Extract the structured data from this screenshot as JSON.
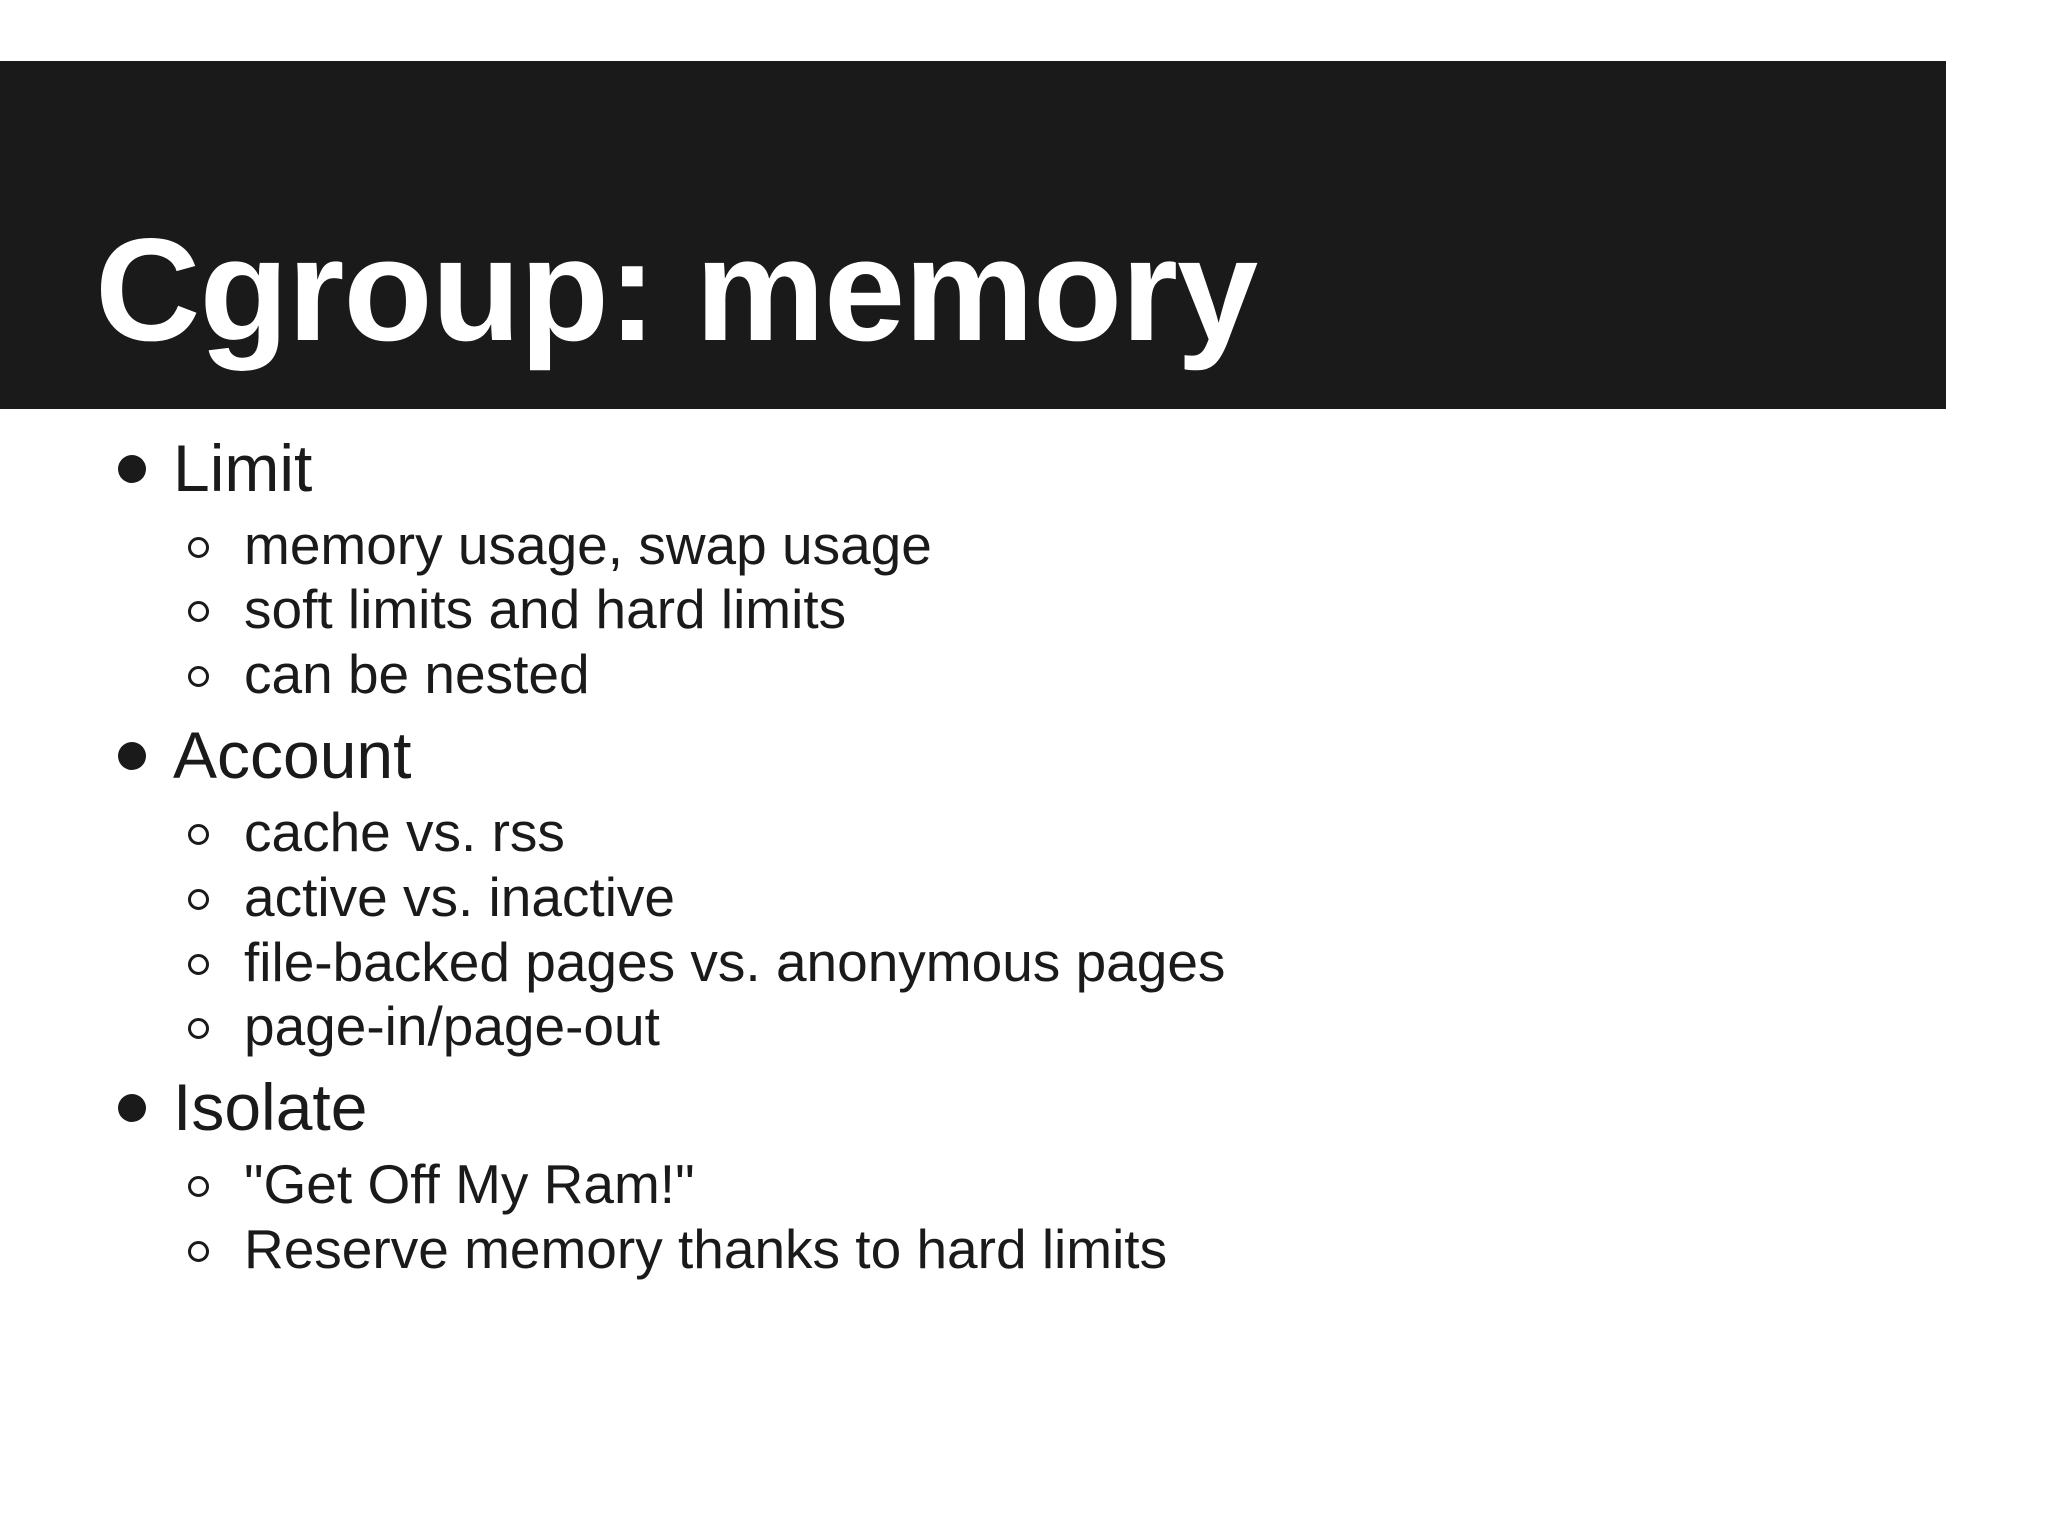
{
  "slide": {
    "title": "Cgroup: memory",
    "colors": {
      "banner_background": "#1a1a1a",
      "title_text": "#ffffff",
      "body_text": "#1a1a1a",
      "slide_background": "#ffffff"
    },
    "bullets": [
      {
        "label": "Limit",
        "bullet_glyph": "filled-disc",
        "children": [
          {
            "label": "memory usage, swap usage",
            "bullet_glyph": "hollow-circle"
          },
          {
            "label": "soft limits and hard limits",
            "bullet_glyph": "hollow-circle"
          },
          {
            "label": "can be nested",
            "bullet_glyph": "hollow-circle"
          }
        ]
      },
      {
        "label": "Account",
        "bullet_glyph": "filled-disc",
        "children": [
          {
            "label": "cache vs. rss",
            "bullet_glyph": "hollow-circle"
          },
          {
            "label": "active vs. inactive",
            "bullet_glyph": "hollow-circle"
          },
          {
            "label": "file-backed pages vs. anonymous pages",
            "bullet_glyph": "hollow-circle"
          },
          {
            "label": "page-in/page-out",
            "bullet_glyph": "hollow-circle"
          }
        ]
      },
      {
        "label": "Isolate",
        "bullet_glyph": "filled-disc",
        "children": [
          {
            "label": "\"Get Off My Ram!\"",
            "bullet_glyph": "hollow-circle"
          },
          {
            "label": "Reserve memory thanks to hard limits",
            "bullet_glyph": "hollow-circle"
          }
        ]
      }
    ]
  }
}
